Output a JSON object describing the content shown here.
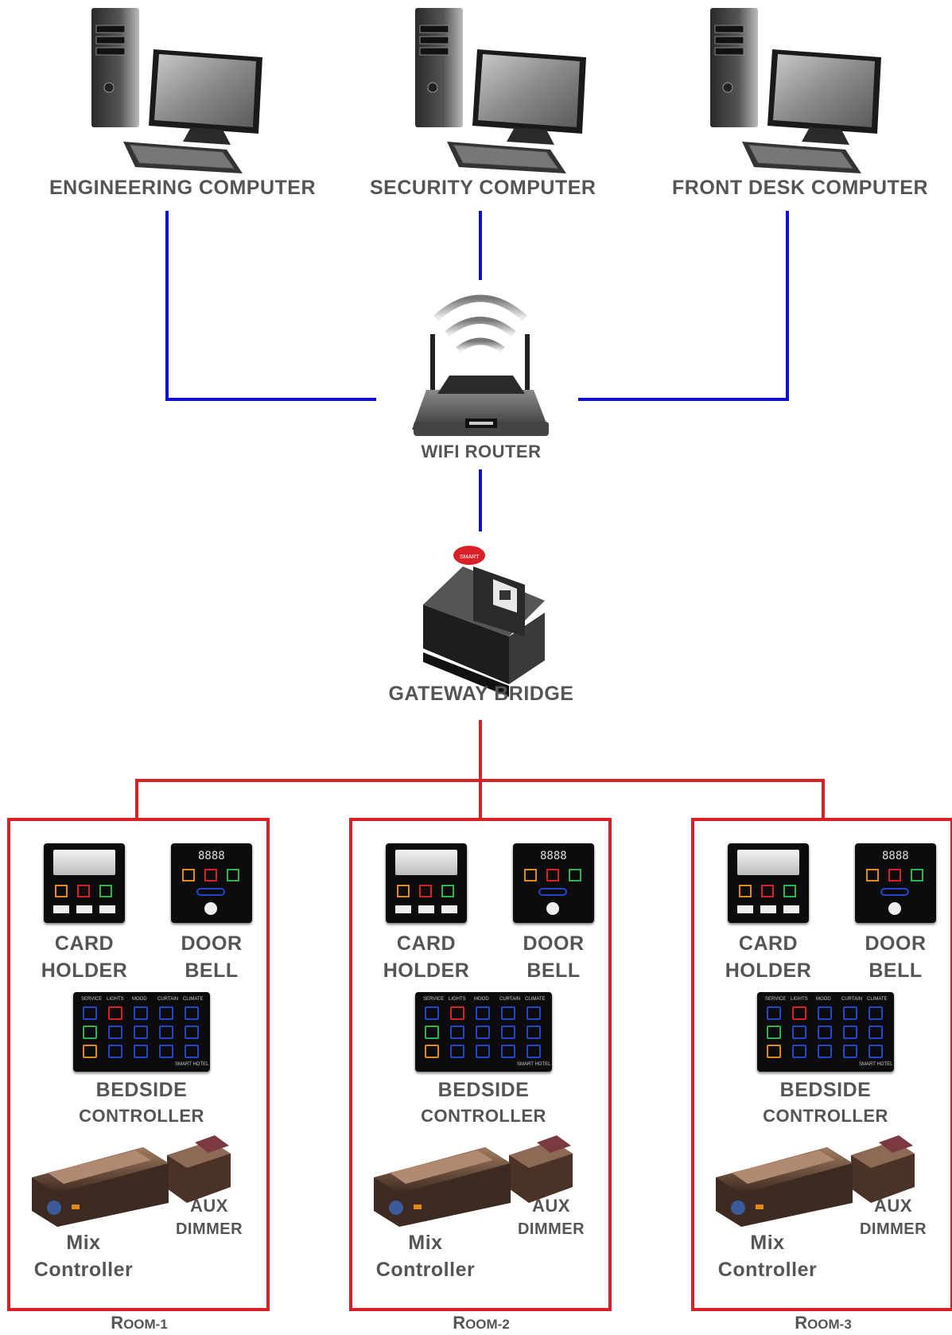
{
  "computers": [
    {
      "label": "ENGINEERING COMPUTER"
    },
    {
      "label": "SECURITY COMPUTER"
    },
    {
      "label": "FRONT DESK COMPUTER"
    }
  ],
  "router": {
    "label": "WIFI ROUTER"
  },
  "gateway": {
    "label": "GATEWAY BRIDGE"
  },
  "rooms": [
    {
      "caption_initial": "R",
      "caption_rest": "OOM-1",
      "card": [
        "CARD",
        "HOLDER"
      ],
      "bell": [
        "DOOR",
        "BELL"
      ],
      "bedside": [
        "BEDSIDE",
        "CONTROLLER"
      ],
      "aux": [
        "AUX",
        "DIMMER"
      ],
      "mix": [
        "Mix",
        "Controller"
      ]
    },
    {
      "caption_initial": "R",
      "caption_rest": "OOM-2",
      "card": [
        "CARD",
        "HOLDER"
      ],
      "bell": [
        "DOOR",
        "BELL"
      ],
      "bedside": [
        "BEDSIDE",
        "CONTROLLER"
      ],
      "aux": [
        "AUX",
        "DIMMER"
      ],
      "mix": [
        "Mix",
        "Controller"
      ]
    },
    {
      "caption_initial": "R",
      "caption_rest": "OOM-3",
      "card": [
        "CARD",
        "HOLDER"
      ],
      "bell": [
        "DOOR",
        "BELL"
      ],
      "bedside": [
        "BEDSIDE",
        "CONTROLLER"
      ],
      "aux": [
        "AUX",
        "DIMMER"
      ],
      "mix": [
        "Mix",
        "Controller"
      ]
    }
  ],
  "device_text": {
    "bell_display": "8888",
    "bedside_headers": [
      "SERVICE",
      "LIGHTS",
      "MOOD",
      "CURTAIN",
      "CLIMATE"
    ],
    "bedside_brand": "SMART HOTEL"
  },
  "colors": {
    "network_link": "#1010d0",
    "bus_link": "#d92027",
    "label": "#555555"
  }
}
